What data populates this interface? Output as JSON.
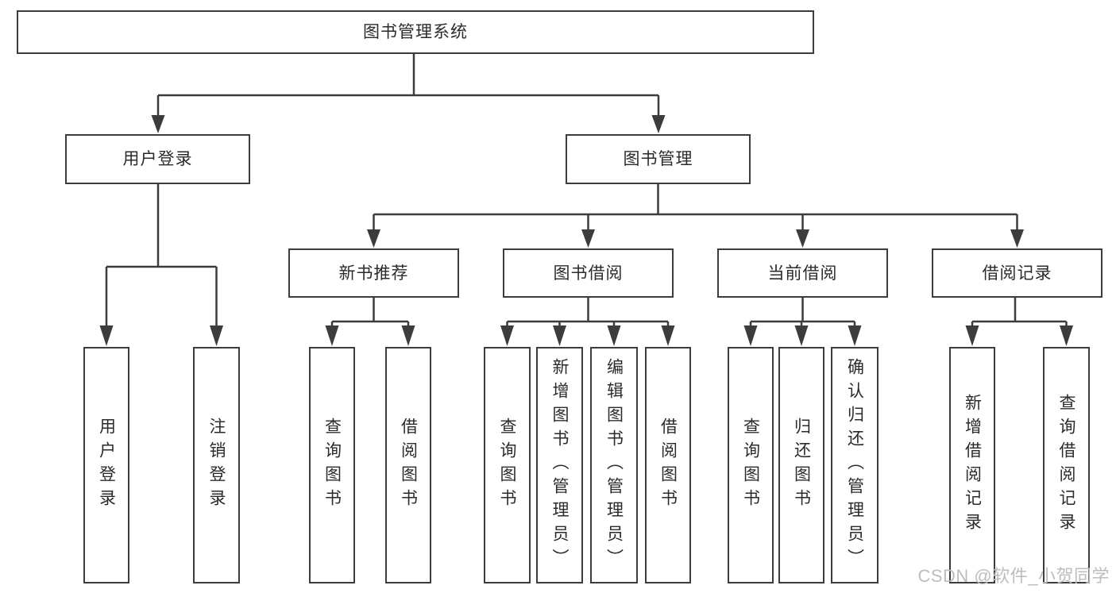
{
  "tree": {
    "root": {
      "label": "图书管理系统"
    },
    "level2": [
      {
        "label": "用户登录"
      },
      {
        "label": "图书管理"
      }
    ],
    "level3": [
      {
        "label": "新书推荐"
      },
      {
        "label": "图书借阅"
      },
      {
        "label": "当前借阅"
      },
      {
        "label": "借阅记录"
      }
    ],
    "leaves": {
      "user_login": [
        {
          "label": "用户登录"
        },
        {
          "label": "注销登录"
        }
      ],
      "new_book_recommendation": [
        {
          "label": "查询图书"
        },
        {
          "label": "借阅图书"
        }
      ],
      "book_borrowing": [
        {
          "label": "查询图书"
        },
        {
          "label": "新增图书（管理员）"
        },
        {
          "label": "编辑图书（管理员）"
        },
        {
          "label": "借阅图书"
        }
      ],
      "current_borrowing": [
        {
          "label": "查询图书"
        },
        {
          "label": "归还图书"
        },
        {
          "label": "确认归还（管理员）"
        }
      ],
      "borrowing_records": [
        {
          "label": "新增借阅记录"
        },
        {
          "label": "查询借阅记录"
        }
      ]
    }
  },
  "watermark": {
    "text": "CSDN @软件_小贺同学"
  },
  "colors": {
    "line": "#3c3c3c",
    "box_border": "#3c3c3c",
    "text": "#2b2b2b",
    "watermark": "#bdbdbd",
    "background": "#ffffff"
  }
}
